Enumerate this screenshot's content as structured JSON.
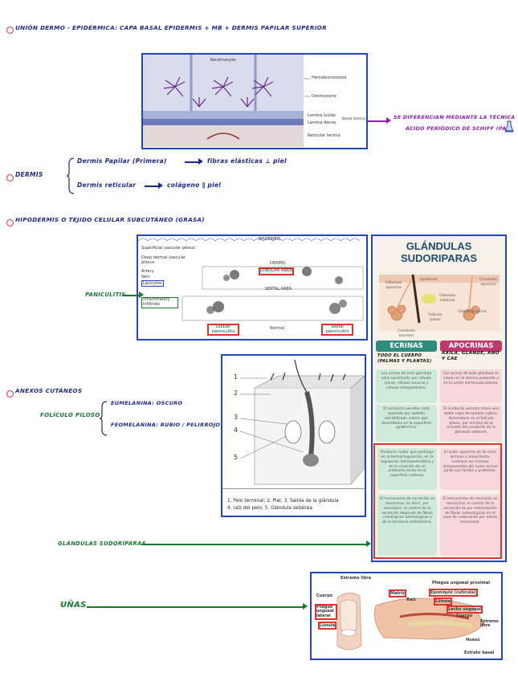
{
  "notes": {
    "union": "Unión dermo - epidérmica: capa basal epidermis + MB + dermis papilar superior",
    "pas_line1": "Se diferencian mediante la técnica",
    "pas_line2": "Ácido periódico de Schiff (PAS)",
    "dermis_heading": "Dermis",
    "dermis_papilar": "Dermis Papilar (Primera)",
    "dermis_papilar_result": "fibras elásticas ⊥ piel",
    "dermis_reticular": "Dermis reticular",
    "dermis_reticular_result": "colágeno ∥ piel",
    "hipodermis": "Hipodermis o tejido celular subcutáneo (grasa)",
    "paniculitis": "Paniculitis",
    "anexos": "Anexos cutáneos",
    "foliculo": "Folículo piloso",
    "eumelanina": "Eumelanina: oscuro",
    "feomelanina": "Feomelanina: rubio / pelirrojo",
    "glandulas": "Glándulas sudoríparas",
    "unas": "Uñas"
  },
  "junction_figure": {
    "labels": {
      "keratinocyte": "Keratinocyte",
      "hemidesmosome": "Hemidesmosome",
      "desmosome": "Desmosome",
      "lamina_lucida": "Lamina lucida",
      "lamina_densa": "Lamina densa",
      "basal_lamina": "Basal lamina",
      "reticular_lamina": "Reticular lamina"
    }
  },
  "panniculitis_figure": {
    "labels": {
      "epidermis": "EPIDERMIS",
      "superficial": "Superficial vascular plexus",
      "deep": "Deep dermal vascular plexus",
      "artery": "Artery",
      "vein": "Vein",
      "lipocytes": "Lipocytes",
      "inflammatory": "Inflammatory infiltrate",
      "dermis": "DERMIS",
      "lobular_area": "LOBULAR AREA",
      "septal_area": "SEPTAL AREA",
      "lobular_pann": "Lobular panniculitis",
      "normal": "Normal",
      "septal_pann": "Septal panniculitis"
    }
  },
  "hair_figure": {
    "numbers": [
      "1",
      "2",
      "3",
      "4",
      "5"
    ],
    "caption_line1": "1. Pelo terminal; 2. Piel; 3. Salida de la glándula",
    "caption_line2": "4. raíz del pelo; 5. Glándula sebácea"
  },
  "gland_figure": {
    "title_line1": "GLÁNDULAS",
    "title_line2": "SUDORIPARAS",
    "diagram_labels": {
      "epidermis": "Epidermis",
      "glandula_apocrina": "Glándula apocrina",
      "conducto": "Conducto apocrino",
      "glandula_sebacea": "Glándula sebácea",
      "foliculo": "Folículo piloso",
      "glandula_ecrina": "Glándula ecrina",
      "conducto_excretor": "Conducto excretor"
    },
    "ecrinas_label": "ECRINAS",
    "apocrinas_label": "APOCRINAS",
    "ecrinas_note": "Todo el cuerpo (palmas y plantas)",
    "apocrinas_note": "Axila, glande, ano y CAE",
    "ecrinas_cells": [
      "Los acinos de esta glándula está constituido por células claras, células oscuras y células mioepiteliales.",
      "El conducto excretor está tapizado por epitelio estratificado cúbico que desemboca en la superficie epidérmica.",
      "Producen sudor que participa en la termorregulación, en la regulación hidroelectrolítica y en la creación de un ambiente ácido en la superficie cutánea.",
      "El mecanismo de secreción es merocrino, es decir, por exocitosis; el control de la secreción depende de fibras colinérgicas adrenérgicas y de la hormona aldosterona."
    ],
    "apocrinas_cells": [
      "Los acinos de esta glándula se sitúan en la dermis profunda o en la unión dermosubcutánea.",
      "El conducto excretor tiene una doble capa de epitelio cúbico, desemboca en el folículo piloso, por encima de la entrada del conducto de la glándula sebácea.",
      "El sudor apocrino es de color lechoso o amarillento, contiene los mismos componentes del sudor ecrino junto con lípidos y proteínas.",
      "El mecanismo de secreción es merocrino; el control de la secreción es por estimulación de fibras adrenérgicas en el caso de sudoración por estrés emocional."
    ]
  },
  "nail_figure": {
    "labels": {
      "extremo_libre_top": "Extremo libre",
      "cuerpo": "Cuerpo",
      "pliegue_lateral": "Pliegue ungueal lateral",
      "lunula_left": "Lúnula",
      "matriz": "Matriz",
      "raiz": "Raíz",
      "pliegue_proximal": "Pliegue ungueal proximal",
      "eponiquio": "Eponiquio (cutícula)",
      "lunula_right": "Lúnula",
      "lecho": "Lecho ungueal",
      "cuerpo_right": "Cuerpo",
      "extremo_libre_right": "Extremo libre",
      "hueso": "Hueso",
      "estrato_basal": "Estrato basal"
    }
  },
  "colors": {
    "note_blue": "#1c2a8a",
    "arrow_green": "#137a30",
    "highlight_red": "#e0342b",
    "frame_blue": "#2447b8",
    "pas_purple": "#8a1fb0"
  }
}
